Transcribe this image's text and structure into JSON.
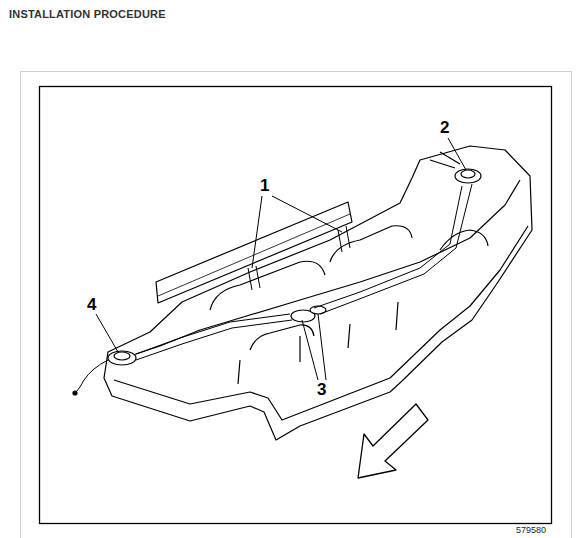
{
  "diagram": {
    "title": "INSTALLATION PROCEDURE",
    "labels": [
      "1",
      "2",
      "3",
      "4",
      "579580"
    ]
  }
}
